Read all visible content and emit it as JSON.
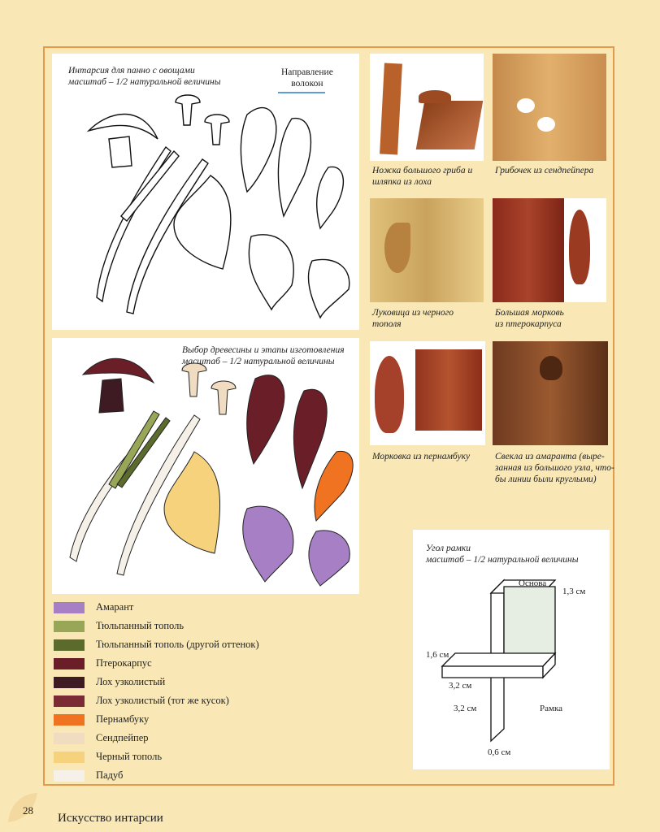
{
  "pattern_panel": {
    "title_line1": "Интарсия для панно с овощами",
    "title_line2_prefix": "масштаб – ",
    "title_line2_fraction": "1/2",
    "title_line2_suffix": " натуральной величины",
    "grain_label_line1": "Направление",
    "grain_label_line2": "волокон"
  },
  "color_panel": {
    "title_line1": "Выбор древесины и этапы изготовления",
    "title_line2_prefix": "масштаб – ",
    "title_line2_fraction": "1/2",
    "title_line2_suffix": " натуральной величины"
  },
  "photos": [
    {
      "caption_line1": "Ножка большого гриба и",
      "caption_line2": "шляпка из лоха"
    },
    {
      "caption_line1": "Грибочек из сендпейпера",
      "caption_line2": ""
    },
    {
      "caption_line1": "Луковица из черного",
      "caption_line2": "тополя"
    },
    {
      "caption_line1": "Большая морковь",
      "caption_line2": "из птерокарпуса"
    },
    {
      "caption_line1": "Морковка из пернамбуку",
      "caption_line2": ""
    },
    {
      "caption_line1": "Свекла из амаранта (выре-",
      "caption_line2": "занная из большого узла, что-",
      "caption_line3": "бы линии были круглыми)"
    }
  ],
  "frame_corner": {
    "title_line1": "Угол рамки",
    "title_line2_prefix": "масштаб – ",
    "title_line2_fraction": "1/2",
    "title_line2_suffix": " натуральной величины",
    "label_base": "Основа",
    "label_frame": "Рамка",
    "dim_13": "1,3 см",
    "dim_16": "1,6 см",
    "dim_32a": "3,2 см",
    "dim_32b": "3,2 см",
    "dim_06": "0,6 см"
  },
  "legend": [
    {
      "label": "Амарант",
      "color": "#a77fc4"
    },
    {
      "label": "Тюльпанный тополь",
      "color": "#98a657"
    },
    {
      "label": "Тюльпанный тополь (другой оттенок)",
      "color": "#5a6b2c"
    },
    {
      "label": "Птерокарпус",
      "color": "#6a1f28"
    },
    {
      "label": "Лох узколистый",
      "color": "#3e1b22"
    },
    {
      "label": "Лох узколистый (тот же кусок)",
      "color": "#7b2b33"
    },
    {
      "label": "Пернамбуку",
      "color": "#ef7320"
    },
    {
      "label": "Сендпейпер",
      "color": "#f0dcc0"
    },
    {
      "label": "Черный тополь",
      "color": "#f6d27c"
    },
    {
      "label": "Падуб",
      "color": "#f5f1e8"
    }
  ],
  "footer": {
    "page_number": "28",
    "book_title": "Искусство интарсии"
  }
}
